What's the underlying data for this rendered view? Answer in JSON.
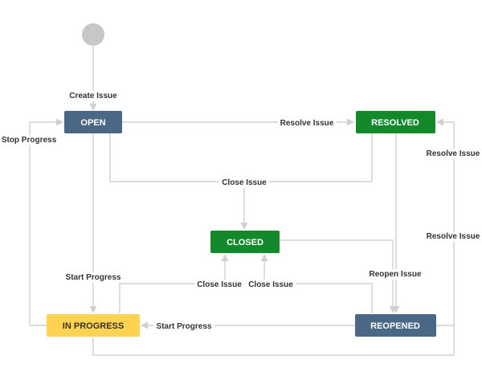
{
  "workflow": {
    "start": {
      "color": "#c7c7c7"
    },
    "statuses": {
      "open": {
        "label": "OPEN",
        "color": "#4a6785",
        "text_color": "#ffffff"
      },
      "resolved": {
        "label": "RESOLVED",
        "color": "#14892c",
        "text_color": "#ffffff"
      },
      "closed": {
        "label": "CLOSED",
        "color": "#14892c",
        "text_color": "#ffffff"
      },
      "in_progress": {
        "label": "IN PROGRESS",
        "color": "#ffd351",
        "text_color": "#333333"
      },
      "reopened": {
        "label": "REOPENED",
        "color": "#4a6785",
        "text_color": "#ffffff"
      }
    },
    "transitions": {
      "create_issue": "Create Issue",
      "resolve_issue_open": "Resolve Issue",
      "resolve_issue_reopened_top": "Resolve Issue",
      "resolve_issue_reopened_side": "Resolve Issue",
      "stop_progress": "Stop Progress",
      "close_issue_top": "Close Issue",
      "start_progress_open": "Start Progress",
      "start_progress_reopened": "Start Progress",
      "close_issue_inprogress": "Close Issue",
      "close_issue_reopened": "Close Issue",
      "reopen_issue": "Reopen Issue"
    }
  }
}
